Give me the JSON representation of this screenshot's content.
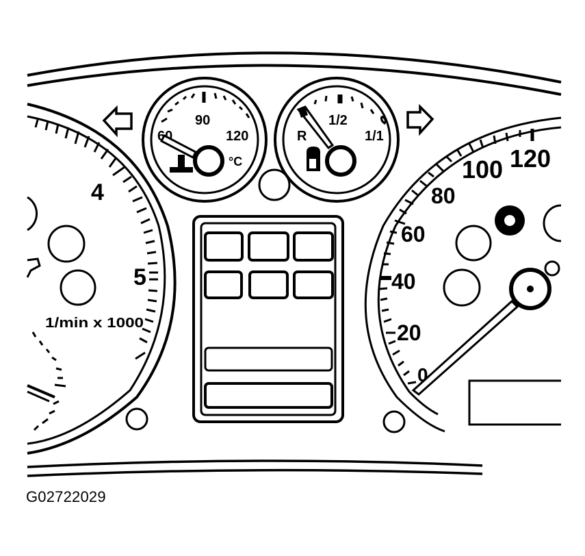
{
  "figure": {
    "id_caption": "G02722029",
    "subject": "Instrument cluster line drawing",
    "colors": {
      "ink": "#000000",
      "paper": "#ffffff"
    }
  },
  "tachometer": {
    "labels": [
      "4",
      "5"
    ],
    "unit_label": "1/min x 1000"
  },
  "temperature_gauge": {
    "labels": [
      "60",
      "90",
      "120"
    ],
    "unit_label": "°C"
  },
  "fuel_gauge": {
    "labels": [
      "R",
      "1/2",
      "1/1"
    ]
  },
  "speedometer": {
    "labels": [
      "0",
      "20",
      "40",
      "60",
      "80",
      "100",
      "120"
    ]
  },
  "indicators": {
    "left_turn": "arrow-left-icon",
    "right_turn": "arrow-right-icon"
  },
  "center_display": {
    "warning_lamp_count": 6,
    "lcd_panel_count": 2
  }
}
